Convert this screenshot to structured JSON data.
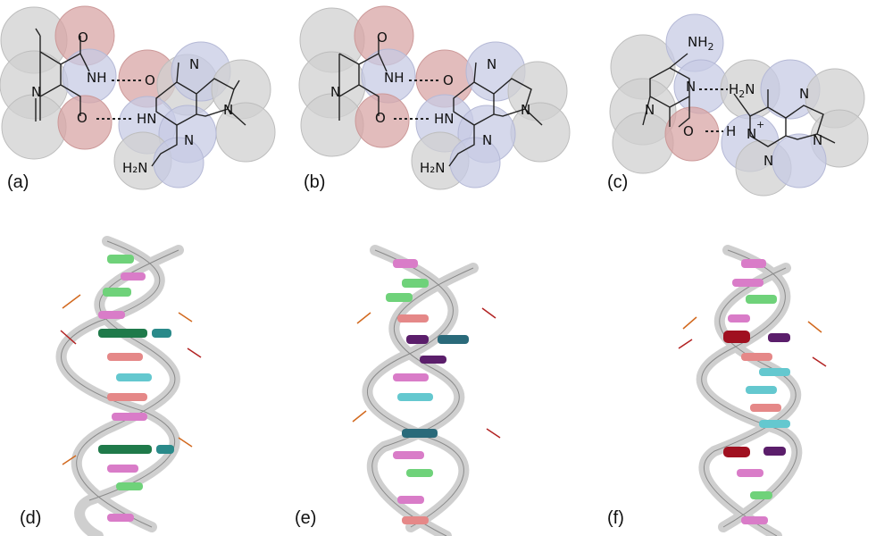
{
  "panels": {
    "a": {
      "label": "(a)"
    },
    "b": {
      "label": "(b)"
    },
    "c": {
      "label": "(c)"
    },
    "d": {
      "label": "(d)"
    },
    "e": {
      "label": "(e)"
    },
    "f": {
      "label": "(f)"
    }
  },
  "atoms": {
    "O": "O",
    "N": "N",
    "NH": "NH",
    "HN": "HN",
    "H2N": "H₂N",
    "NH2": "NH₂",
    "H2N_right": "H₂N",
    "H": "H",
    "N_plus": "N",
    "plus": "+"
  },
  "colors": {
    "guanine_match": "#1f7a4a",
    "mismatch_purple": "#5b1e6b",
    "mismatch_red": "#a01020",
    "base_green": "#6fd27a",
    "base_pink": "#d97cc8",
    "base_cyan": "#64c8cf",
    "base_salmon": "#e58888",
    "phosphate": "#d2691e"
  }
}
